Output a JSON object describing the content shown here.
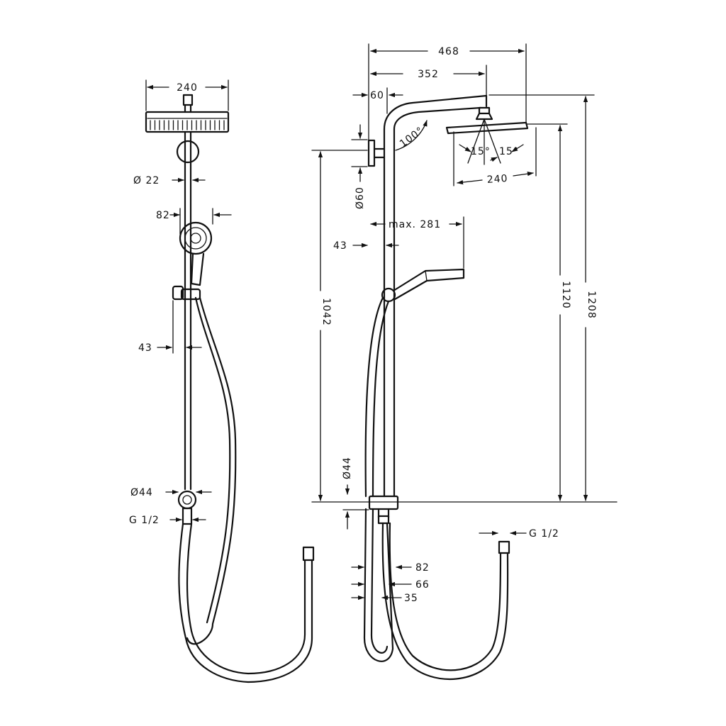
{
  "front_view": {
    "head_width": "240",
    "arm_diameter": "Ø 22",
    "hand_shower_width": "82",
    "holder_offset": "43",
    "outlet_diameter": "Ø44",
    "connection_thread": "G 1/2"
  },
  "side_view": {
    "total_reach": "468",
    "arm_reach": "352",
    "wall_offset": "60",
    "arm_angle": "100°",
    "tilt_left": "15°",
    "tilt_right": "15°",
    "head_width": "240",
    "flange_diameter": "Ø60",
    "max_slider": "max. 281",
    "holder_offset": "43",
    "height_1042": "1042",
    "height_1120": "1120",
    "height_1208": "1208",
    "outlet_diameter": "Ø44",
    "connection_thread": "G 1/2",
    "depth_82": "82",
    "depth_66": "66",
    "depth_35": "35"
  }
}
